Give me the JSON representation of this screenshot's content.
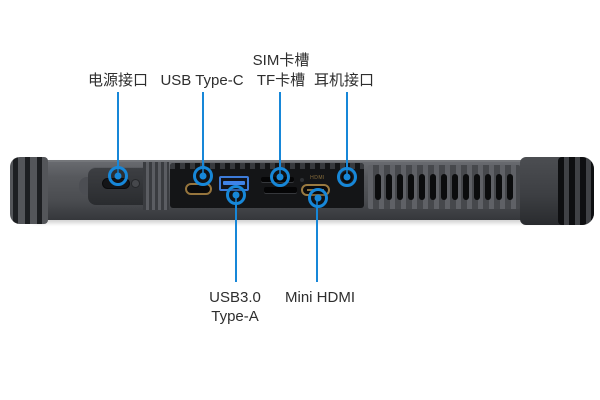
{
  "diagram": {
    "subject": "rugged tablet edge port diagram",
    "accent_color": "#1787d8",
    "label_text_color": "#2e2e2e",
    "usb_a_blue": "#3f83e8",
    "connector_gold": "#9a7a40"
  },
  "callouts": {
    "power": {
      "label": "电源接口"
    },
    "usb_c": {
      "label": "USB Type-C"
    },
    "sim": {
      "label_line1": "SIM卡槽",
      "label_line2": "TF卡槽"
    },
    "headphone": {
      "label": "耳机接口"
    },
    "usb_a": {
      "label_line1": "USB3.0",
      "label_line2": "Type-A"
    },
    "mini_hdmi": {
      "label": "Mini HDMI"
    }
  },
  "port_markings": {
    "hdmi": "HDMI"
  }
}
